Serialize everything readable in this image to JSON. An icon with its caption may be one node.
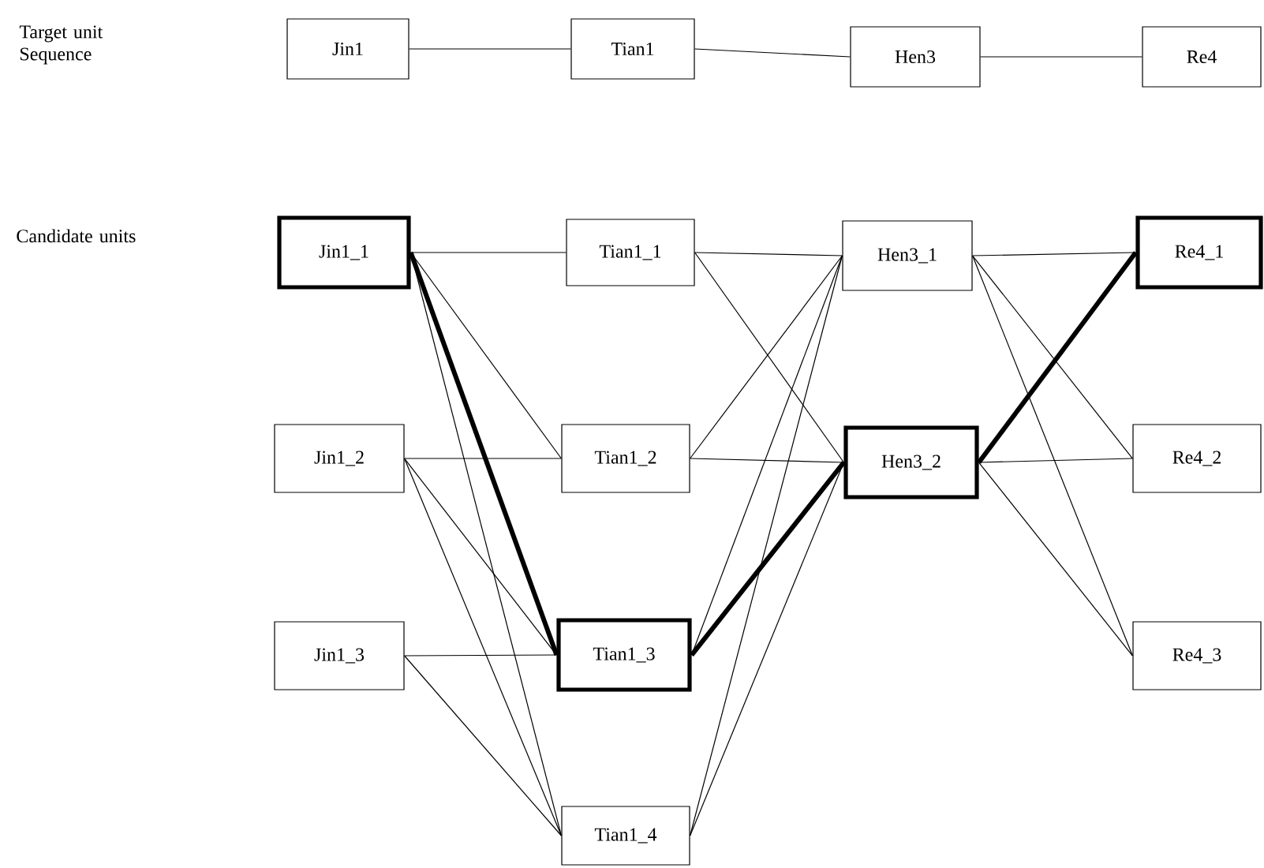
{
  "diagram": {
    "nodes": [
      {
        "text": [
          "Jin1"
        ]
      },
      {
        "text": [
          "Tian1"
        ]
      },
      {
        "text": [
          "Hen3"
        ]
      },
      {
        "text": [
          "Re4"
        ]
      },
      {
        "text": [
          "Jin1_1"
        ]
      },
      {
        "text": [
          "Tian1_1"
        ]
      },
      {
        "text": [
          "Hen3_1"
        ]
      },
      {
        "text": [
          "Re4_1"
        ]
      },
      {
        "text": [
          "Jin1_2"
        ]
      },
      {
        "text": [
          "Tian1_2"
        ]
      },
      {
        "text": [
          "Hen3_2"
        ]
      },
      {
        "text": [
          "Re4_2"
        ]
      },
      {
        "text": [
          "Jin1_3"
        ]
      },
      {
        "text": [
          "Tian1_3"
        ]
      },
      {
        "text": [
          "Re4_3"
        ]
      },
      {
        "text": [
          "Tian1_4"
        ]
      }
    ],
    "edges": [
      {
        "from": 0,
        "to": 1,
        "arrow": "none"
      },
      {
        "from": 1,
        "to": 2,
        "arrow": "none"
      },
      {
        "from": 2,
        "to": 3,
        "arrow": "none"
      },
      {
        "from": 4,
        "to": 5,
        "arrow": "none"
      },
      {
        "from": 4,
        "to": 9,
        "arrow": "none"
      },
      {
        "from": 4,
        "to": 13,
        "arrow": "none",
        "style": "thick"
      },
      {
        "from": 4,
        "to": 15,
        "arrow": "none"
      },
      {
        "from": 8,
        "to": 9,
        "arrow": "none"
      },
      {
        "from": 8,
        "to": 13,
        "arrow": "none"
      },
      {
        "from": 8,
        "to": 15,
        "arrow": "none"
      },
      {
        "from": 12,
        "to": 13,
        "arrow": "none"
      },
      {
        "from": 12,
        "to": 15,
        "arrow": "none"
      },
      {
        "from": 5,
        "to": 6,
        "arrow": "none"
      },
      {
        "from": 5,
        "to": 10,
        "arrow": "none"
      },
      {
        "from": 9,
        "to": 6,
        "arrow": "none"
      },
      {
        "from": 9,
        "to": 10,
        "arrow": "none"
      },
      {
        "from": 13,
        "to": 6,
        "arrow": "none"
      },
      {
        "from": 13,
        "to": 10,
        "arrow": "none",
        "style": "thick"
      },
      {
        "from": 15,
        "to": 6,
        "arrow": "none"
      },
      {
        "from": 15,
        "to": 10,
        "arrow": "none"
      },
      {
        "from": 6,
        "to": 7,
        "arrow": "none"
      },
      {
        "from": 6,
        "to": 11,
        "arrow": "none"
      },
      {
        "from": 6,
        "to": 14,
        "arrow": "none"
      },
      {
        "from": 10,
        "to": 7,
        "arrow": "none",
        "style": "thick"
      },
      {
        "from": 10,
        "to": 11,
        "arrow": "none"
      },
      {
        "from": 10,
        "to": 14,
        "arrow": "none"
      }
    ],
    "labels": [
      "Target unit Sequence",
      "Candidate units"
    ]
  }
}
